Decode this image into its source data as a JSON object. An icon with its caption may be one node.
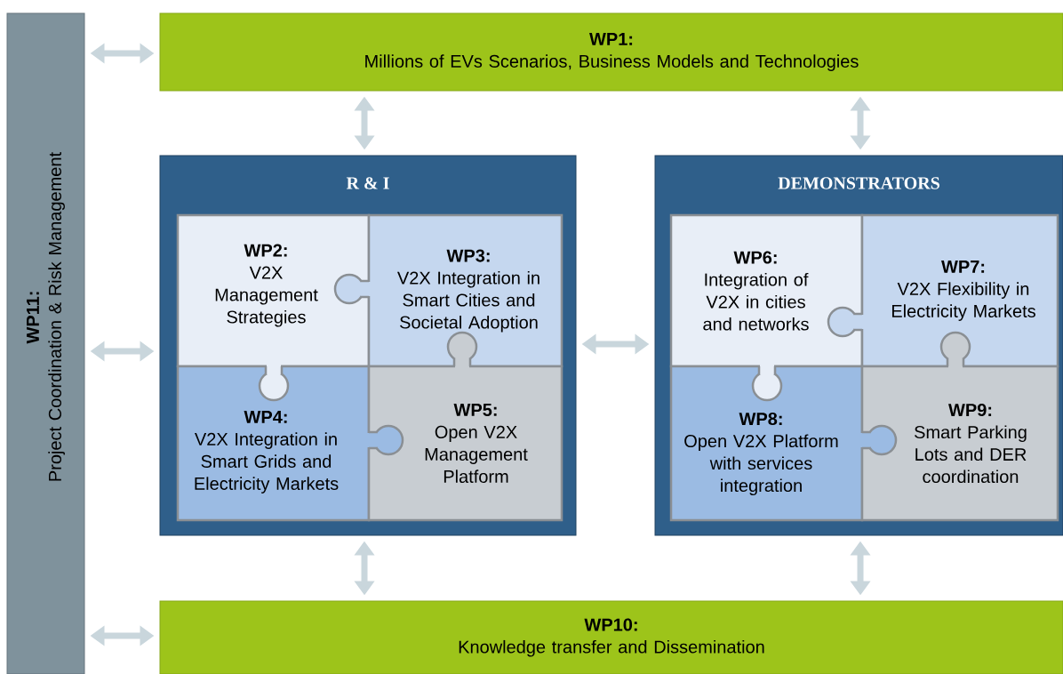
{
  "diagram": {
    "nodes": [
      {
        "text": [
          "WP11:",
          "Project Coordination & Risk Management"
        ]
      },
      {
        "text": [
          "WP1:",
          "Millions of EVs Scenarios, Business Models and Technologies"
        ]
      },
      {
        "text": [
          "R & I"
        ]
      },
      {
        "text": [
          "WP2:",
          "V2X Management Strategies"
        ],
        "in": 2
      },
      {
        "text": [
          "WP3:",
          "V2X Integration in Smart Cities and Societal Adoption"
        ],
        "in": 2
      },
      {
        "text": [
          "WP4:",
          "V2X Integration in Smart Grids and Electricity Markets"
        ],
        "in": 2
      },
      {
        "text": [
          "WP5:",
          "Open V2X Management Platform"
        ],
        "in": 2
      },
      {
        "text": [
          "DEMONSTRATORS"
        ]
      },
      {
        "text": [
          "WP6:",
          "Integration of V2X in cities and networks"
        ],
        "in": 7
      },
      {
        "text": [
          "WP7:",
          "V2X Flexibility in Electricity Markets"
        ],
        "in": 7
      },
      {
        "text": [
          "WP8:",
          "Open V2X Platform with services integration"
        ],
        "in": 7
      },
      {
        "text": [
          "WP9:",
          "Smart Parking Lots and DER coordination"
        ],
        "in": 7
      },
      {
        "text": [
          "WP10:",
          "Knowledge transfer and Dissemination"
        ]
      }
    ],
    "edges": [
      {
        "from": 0,
        "to": 1,
        "arrow": "both"
      },
      {
        "from": 0,
        "to": 2,
        "arrow": "both"
      },
      {
        "from": 0,
        "to": 12,
        "arrow": "both"
      },
      {
        "from": 1,
        "to": 2,
        "arrow": "both"
      },
      {
        "from": 1,
        "to": 7,
        "arrow": "both"
      },
      {
        "from": 2,
        "to": 7,
        "arrow": "both"
      },
      {
        "from": 2,
        "to": 12,
        "arrow": "both"
      },
      {
        "from": 7,
        "to": 12,
        "arrow": "both"
      }
    ]
  }
}
